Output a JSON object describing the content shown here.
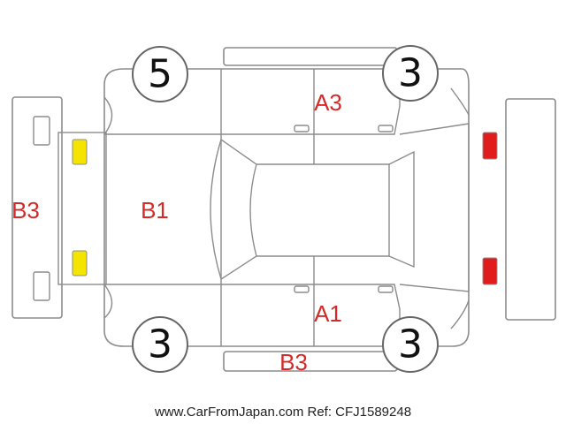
{
  "colors": {
    "outline": "#8c8c8c",
    "label": "#d42a2a",
    "front_light": "#f5e400",
    "rear_light": "#e01c1c"
  },
  "zones": {
    "a3": "A3",
    "a1": "A1",
    "b1": "B1",
    "b3_left": "B3",
    "b3_bottom": "B3"
  },
  "wheels": {
    "front_top": "5",
    "rear_top": "3",
    "front_bottom": "3",
    "rear_bottom": "3"
  },
  "footer": {
    "watermark": "www.CarFromJapan.com Ref: CFJ1589248"
  }
}
